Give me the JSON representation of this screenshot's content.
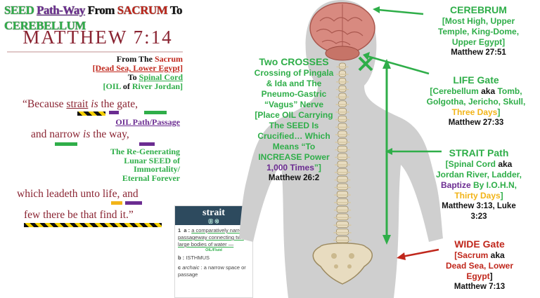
{
  "header": {
    "title_parts": [
      {
        "text": "SEED ",
        "color": "#2fae49"
      },
      {
        "text": "Path-Way",
        "color": "#6b2c91"
      },
      {
        "text": " From ",
        "color": "#111111"
      },
      {
        "text": "SACRUM",
        "color": "#c0271c"
      },
      {
        "text": " To ",
        "color": "#111111"
      },
      {
        "text": "CEREBELLUM",
        "color": "#2fae49"
      }
    ],
    "verse_ref": "Matthew 7:14"
  },
  "left_notes": {
    "from_line1": "From The ",
    "from_sacrum": "Sacrum",
    "from_sacrum_note": "[Dead Sea, Lower Egypt]",
    "to_line": "To ",
    "to_spinal": "Spinal Cord",
    "to_note_a": "[OIL",
    "to_note_b": " of ",
    "to_note_c": "River Jordan]",
    "oil_path": "OIL Path/Passage",
    "regen_1": "The Re-Generating",
    "regen_2": "Lunar SEED of",
    "regen_3": "Immortality/",
    "regen_4": "Eternal Forever"
  },
  "kjv": {
    "line1_a": "“Because ",
    "line1_b": "strait",
    "line1_c": " is",
    "line1_d": " the gate,",
    "line2_a": "and ",
    "line2_b": "narrow",
    "line2_c": " is",
    "line2_d": " the way,",
    "line3": "which leadeth unto life, and",
    "line4": "few there be that find it.”"
  },
  "dictionary": {
    "word": "strait",
    "icons": "Ⓑ  ⊗",
    "sense1_num": "1",
    "sense1a_label": "a :",
    "sense1a_text": "a comparatively narrow passageway connecting two large bodies of water —",
    "oil_fluid": "OIL/Fluid",
    "sense1b_label": "b :",
    "sense1b_text": "ISTHMUS",
    "sense1c_label": "c",
    "sense1c_archaic": "archaic",
    "sense1c_text": ": a narrow space or passage"
  },
  "labels": {
    "crosses": {
      "title": "Two CROSSES",
      "l1": "Crossing of Pingala",
      "l2": "& Ida and The",
      "l3": "Pneumo-Gastric",
      "l4": "“Vagus” Nerve",
      "l5": "[Place OIL Carrying",
      "l6": "The SEED Is",
      "l7": "Crucified… Which",
      "l8": "Means “To",
      "l9": "INCREASE Power",
      "l10_a": "1,000 Times",
      "l10_b": "”]",
      "ref": "Matthew 26:2"
    },
    "cerebrum": {
      "title": "CEREBRUM",
      "l1": "[Most High, Upper",
      "l2": "Temple, King-Dome,",
      "l3": "Upper Egypt]",
      "ref": "Matthew 27:51"
    },
    "life": {
      "title": "LIFE Gate",
      "l1_a": "[Cerebellum",
      "l1_b": " aka ",
      "l1_c": "Tomb,",
      "l2": "Golgotha, Jericho, Skull,",
      "l3_a": "Three Days",
      "l3_b": "]",
      "ref": "Matthew 27:33"
    },
    "strait": {
      "title": "STRAIT Path",
      "l1_a": "[Spinal Cord",
      "l1_b": " aka",
      "l2": "Jordan River, Ladder,",
      "l3_a": "Baptize",
      "l3_b": " By I.O.H.N,",
      "l4_a": "Thirty Days",
      "l4_b": "]",
      "ref1": "Matthew 3:13, Luke",
      "ref2": "3:23"
    },
    "wide": {
      "title": "WIDE Gate",
      "l1_a": "[Sacrum",
      "l1_b": " aka",
      "l2": "Dead Sea, Lower",
      "l3_a": "Egypt",
      "l3_b": "]",
      "ref": "Matthew 7:13"
    }
  },
  "colors": {
    "green": "#2fae49",
    "red": "#c0271c",
    "purple": "#6b2c91",
    "yellow": "#f2b418",
    "maroon": "#8a2432"
  }
}
